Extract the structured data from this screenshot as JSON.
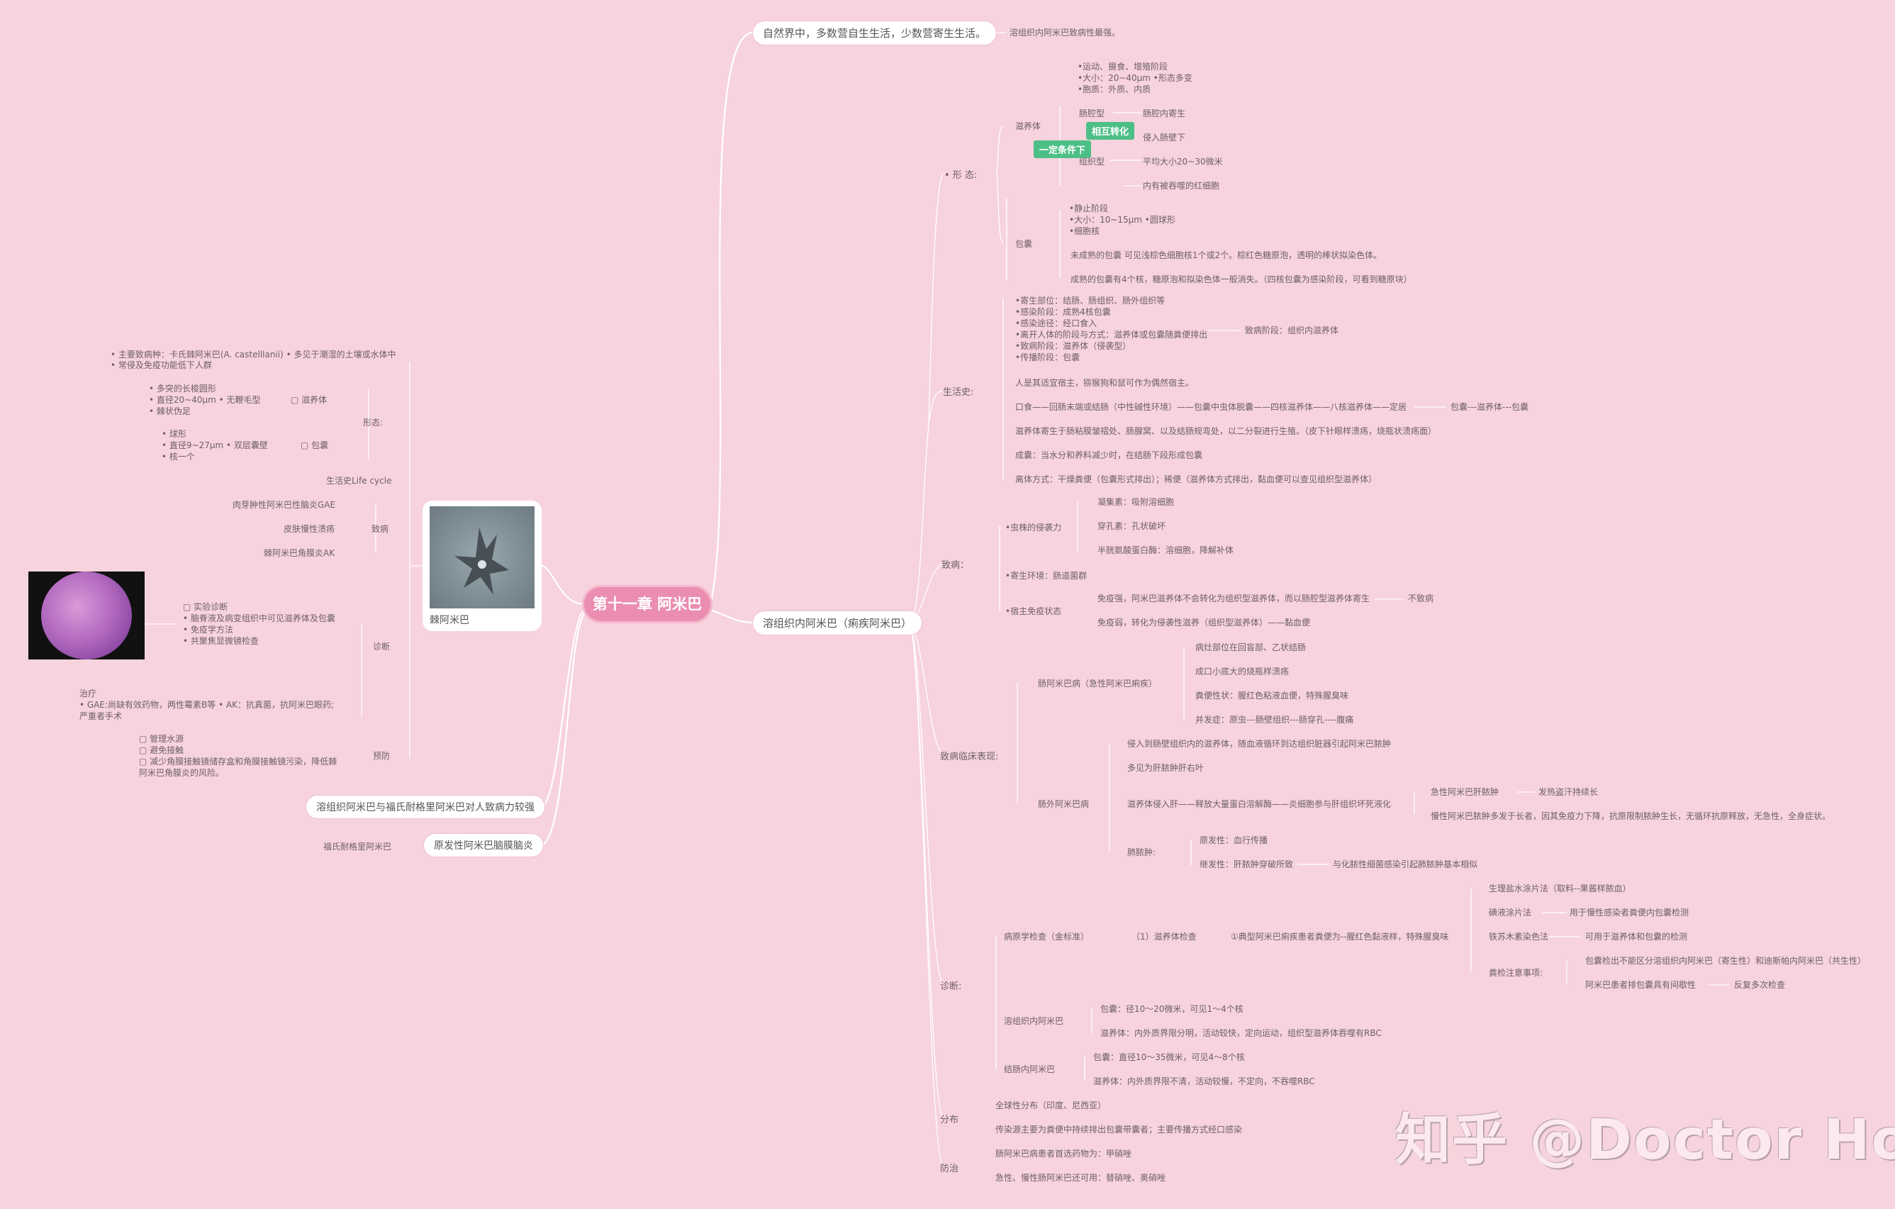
{
  "root": "第十一章 阿米巴",
  "top_node": "自然界中，多数营自生生活，少数营寄生生活。",
  "top_note": "溶组织内阿米巴致病性最强。",
  "main_right": "溶组织内阿米巴（痢疾阿米巴）",
  "left_nodes": {
    "compare": "溶组织阿米巴与福氏耐格里阿米巴对人致病力较强",
    "pam": "原发性阿米巴脑膜脑炎",
    "pam_child": "福氏耐格里阿米巴"
  },
  "card_caption": "棘阿米巴",
  "acanth": {
    "intro": [
      "• 主要致病种：卡氏棘阿米巴(A. castelllanii) • 多见于潮湿的土壤或水体中",
      "• 常侵及免疫功能低下人群"
    ],
    "morph_label": "形态:",
    "tropho_items": [
      "• 多突的长梭圆形",
      "• 直径20~40μm • 无鞭毛型",
      "• 棘状伪足"
    ],
    "tropho_label": "▢ 滋养体",
    "cyst_items": [
      "• 球形",
      "• 直径9~27μm • 双层囊壁",
      "• 核一个"
    ],
    "cyst_label": "▢ 包囊",
    "life": "生活史Life cycle",
    "disease_label": "致病",
    "diseases": [
      "肉芽肿性阿米巴性脑炎GAE",
      "皮肤慢性溃疡",
      "棘阿米巴角膜炎AK"
    ],
    "diag_label": "诊断",
    "diag_items": [
      "▢ 实验诊断",
      "• 脑脊液及病变组织中可见滋养体及包囊",
      "• 免疫学方法",
      "• 共聚焦显微镜检查"
    ],
    "treat": [
      "治疗",
      "• GAE:尚缺有效药物，两性霉素B等 • AK：抗真菌，抗阿米巴眼药;",
      "严重者手术"
    ],
    "prev_label": "预防",
    "prev_items": [
      "▢ 管理水源",
      "▢ 避免接触",
      "▢ 减少角膜接触镜储存盒和角膜接触镜污染，降低棘",
      "阿米巴角膜炎的风险。"
    ]
  },
  "morph": {
    "label": "• 形 态:",
    "tropho_label": "滋养体",
    "tropho_top": [
      "•运动、摄食、增殖阶段",
      "•大小：20~40μm •形态多变",
      "•胞质：外质、内质"
    ],
    "gut_type": "肠腔型",
    "gut_child": "肠腔内寄生",
    "interconvert": "相互转化",
    "condition": "一定条件下",
    "invade": "侵入肠壁下",
    "tissue_type": "组织型",
    "tissue_size": "平均大小20~30微米",
    "rbc": "内有被吞噬的红细胞",
    "cyst_label": "包囊",
    "cyst_top": [
      "•静止阶段",
      "•大小：10~15μm •圆球形",
      "•细胞核"
    ],
    "cyst_immature": "未成熟的包囊 可见浅棕色细胞核1个或2个。棕红色糖原泡，透明的棒状拟染色体。",
    "cyst_mature": "成熟的包囊有4个核，糖原泡和拟染色体一般消失。（四核包囊为感染阶段，可看到糖原块）"
  },
  "life": {
    "label": "生活史:",
    "items": [
      "•寄生部位：结肠、肠组织、肠外组织等",
      "•感染阶段：成熟4核包囊",
      "•感染途径：经口食入",
      "•离开人体的阶段与方式：滋养体或包囊随粪便排出",
      "•致病阶段：滋养体（侵袭型）",
      "•传播阶段：包囊"
    ],
    "stage": "致病阶段：组织内滋养体",
    "host": "人是其适宜宿主，猕猴狗和鼠可作为偶然宿主。",
    "cycle": "口食——回肠末端或结肠（中性碱性环境）——包囊中虫体脱囊——四核滋养体——八核滋养体——定居",
    "cycle_short": "包囊---滋养体---包囊",
    "mucosa": "滋养体寄生于肠粘膜皱褶处、肠腺窝、以及结肠规弯处，以二分裂进行生殖。（皮下针眼样溃疡，烧瓶状溃疡面）",
    "encyst": "成囊：当水分和养料减少时，在结肠下段形成包囊",
    "leave": "离体方式：干燥粪便（包囊形式排出）；稀便（滋养体方式排出，黏血便可以查见组织型滋养体）"
  },
  "patho": {
    "label": "致病：",
    "invasion": "•虫株的侵袭力",
    "invasion_items": [
      "凝集素：吸附溶细胞",
      "穿孔素：孔状破坏",
      "半胱氨酸蛋白酶：溶细胞，降解补体"
    ],
    "env": "•寄生环境：肠道菌群",
    "immune": "•宿主免疫状态",
    "imm1": "免疫强，阿米巴滋养体不会转化为组织型滋养体，而以肠腔型滋养体寄生",
    "imm1_res": "不致病",
    "imm2": "免疫弱，转化为侵袭性滋养（组织型滋养体）——黏血便"
  },
  "clinic": {
    "label": "致病临床表现:",
    "intestinal": "肠阿米巴病（急性阿米巴痢疾）",
    "intestinal_items": [
      "病灶部位在回盲部、乙状结肠",
      "成口小底大的烧瓶样溃疡",
      "粪便性状：腥红色粘液血便，特殊腥臭味",
      "并发症：原虫---肠壁组织---肠穿孔----腹痛"
    ],
    "extra": "肠外阿米巴病",
    "extra_items": [
      "侵入到肠壁组织内的滋养体，随血液循环到达组织脏器引起阿米巴脓肿",
      "多见为肝脓肿肝右叶"
    ],
    "liver_path": "滋养体侵入肝——释放大量蛋白溶解酶——炎细胞参与肝组织坏死液化",
    "acute": "急性阿米巴肝脓肿",
    "acute_sym": "发热盗汗持续长",
    "chronic": "慢性阿米巴脓肿多发于长者，因其免疫力下降，抗原限制脓肿生长，无循环抗原释放，无急性，全身症状。",
    "lung": "肺脓肿:",
    "lung_primary": "原发性：血行传播",
    "lung_secondary": "继发性：肝脓肿穿破所致",
    "lung_note": "与化脓性细菌感染引起肺脓肿基本相似"
  },
  "diag": {
    "label": "诊断:",
    "pathogen": "病原学检查（金标准）",
    "tropho_check": "（1）滋养体检查",
    "stool": "①典型阿米巴痢疾患者粪便为--腥红色黏液样，特殊腥臭味",
    "methods": [
      "生理盐水涂片法（取料--果酱样脓血）",
      "碘液涂片法",
      "铁苏木素染色法",
      "粪检注意事项:"
    ],
    "iodine_use": "用于慢性感染者粪便内包囊检测",
    "iron_use": "可用于滋养体和包囊的检测",
    "notes": [
      "包囊检出不能区分溶组织内阿米巴（寄生性）和迪斯帕内阿米巴（共生性）",
      "阿米巴患者排包囊具有间歇性"
    ],
    "repeat": "反复多次检查",
    "eh": "溶组织内阿米巴",
    "eh_items": [
      "包囊：径10～20微米，可见1～4个核",
      "滋养体：内外质界限分明，活动较快，定向运动，组织型滋养体吞噬有RBC"
    ],
    "ec": "结肠内阿米巴",
    "ec_items": [
      "包囊：直径10～35微米，可见4～8个核",
      "滋养体：内外质界限不清，活动较慢，不定向，不吞噬RBC"
    ]
  },
  "dist": {
    "label": "分布",
    "items": [
      "全球性分布（印度、尼西亚）",
      "传染源主要为粪便中持续排出包囊带囊者；主要传播方式经口感染"
    ]
  },
  "prev": {
    "label": "防治",
    "items": [
      "肠阿米巴病患者首选药物为：甲硝唑",
      "急性、慢性肠阿米巴还可用：替硝唑、奥硝唑"
    ]
  },
  "watermark": "知乎 @Doctor Ho",
  "colors": {
    "background": "#f7d3dd",
    "root": "#ea8db0",
    "tag": "#4cbf86",
    "line": "#ffffff"
  }
}
